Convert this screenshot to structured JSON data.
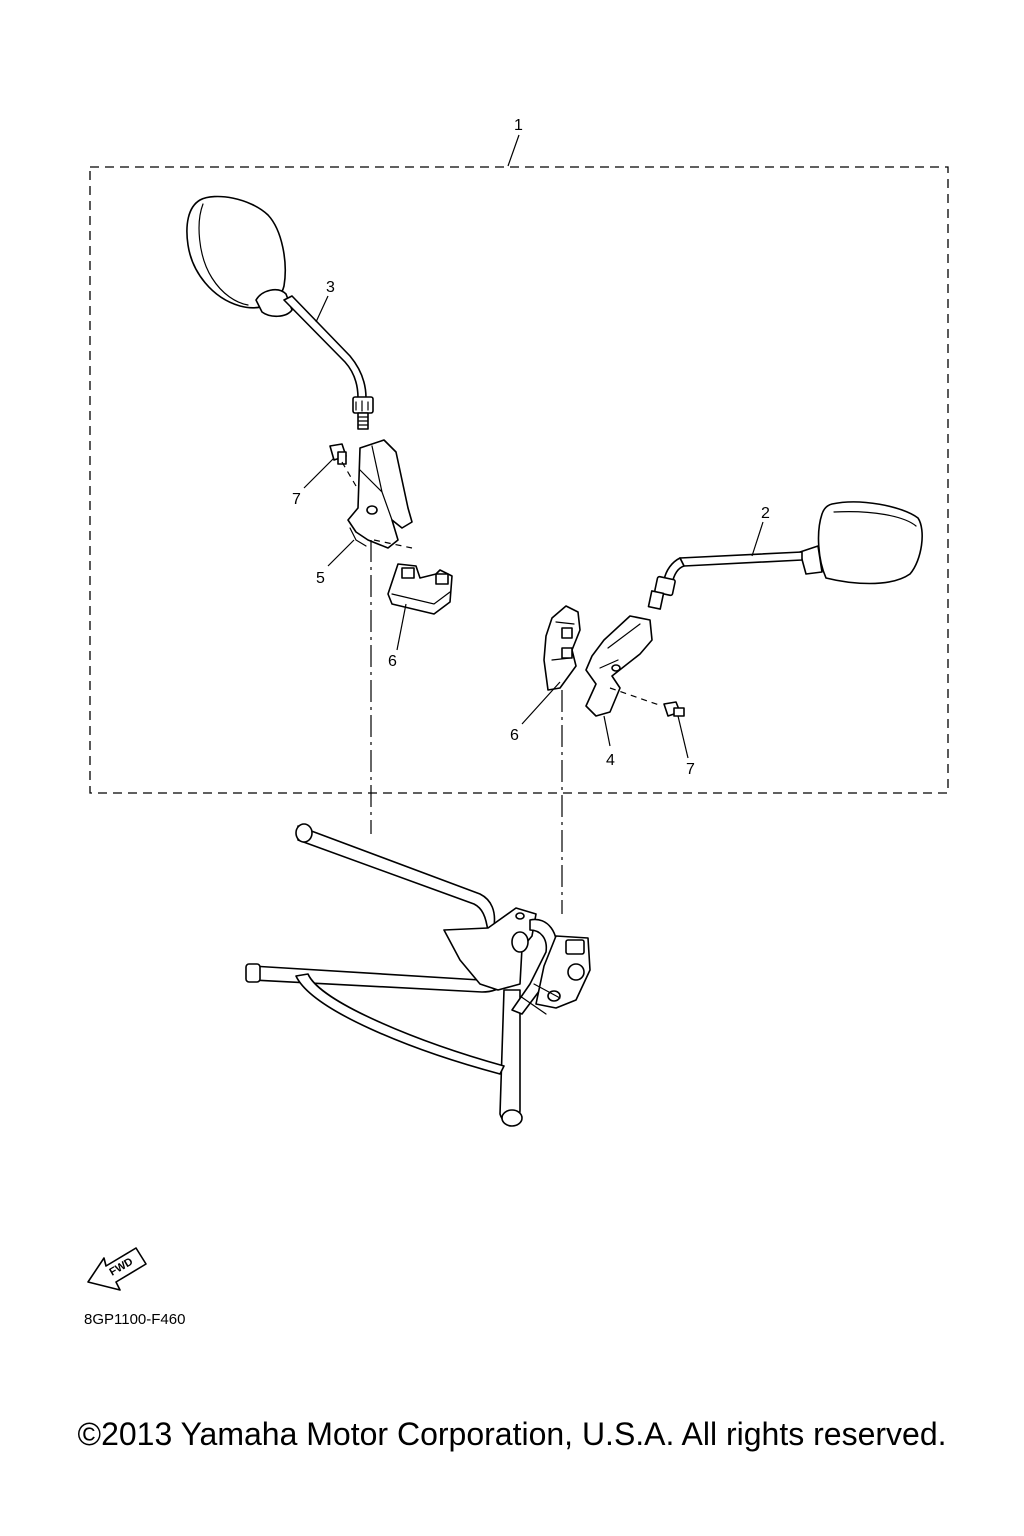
{
  "callouts": {
    "c1": "1",
    "c2": "2",
    "c3": "3",
    "c4": "4",
    "c5": "5",
    "c6_left": "6",
    "c6_right": "6",
    "c7_left": "7",
    "c7_right": "7"
  },
  "fwd_label": "FWD",
  "drawing_code": "8GP1100-F460",
  "copyright": "©2013 Yamaha Motor Corporation, U.S.A. All rights reserved."
}
